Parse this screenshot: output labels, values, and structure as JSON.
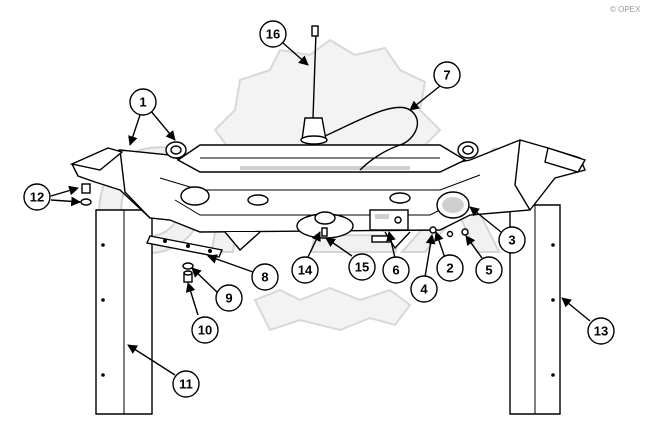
{
  "watermark": {
    "text": "OPEX",
    "corner_text": "© OPEX"
  },
  "callouts": [
    {
      "label": "1"
    },
    {
      "label": "2"
    },
    {
      "label": "3"
    },
    {
      "label": "4"
    },
    {
      "label": "5"
    },
    {
      "label": "6"
    },
    {
      "label": "7"
    },
    {
      "label": "8"
    },
    {
      "label": "9"
    },
    {
      "label": "10"
    },
    {
      "label": "11"
    },
    {
      "label": "12"
    },
    {
      "label": "13"
    },
    {
      "label": "14"
    },
    {
      "label": "15"
    },
    {
      "label": "16"
    }
  ]
}
